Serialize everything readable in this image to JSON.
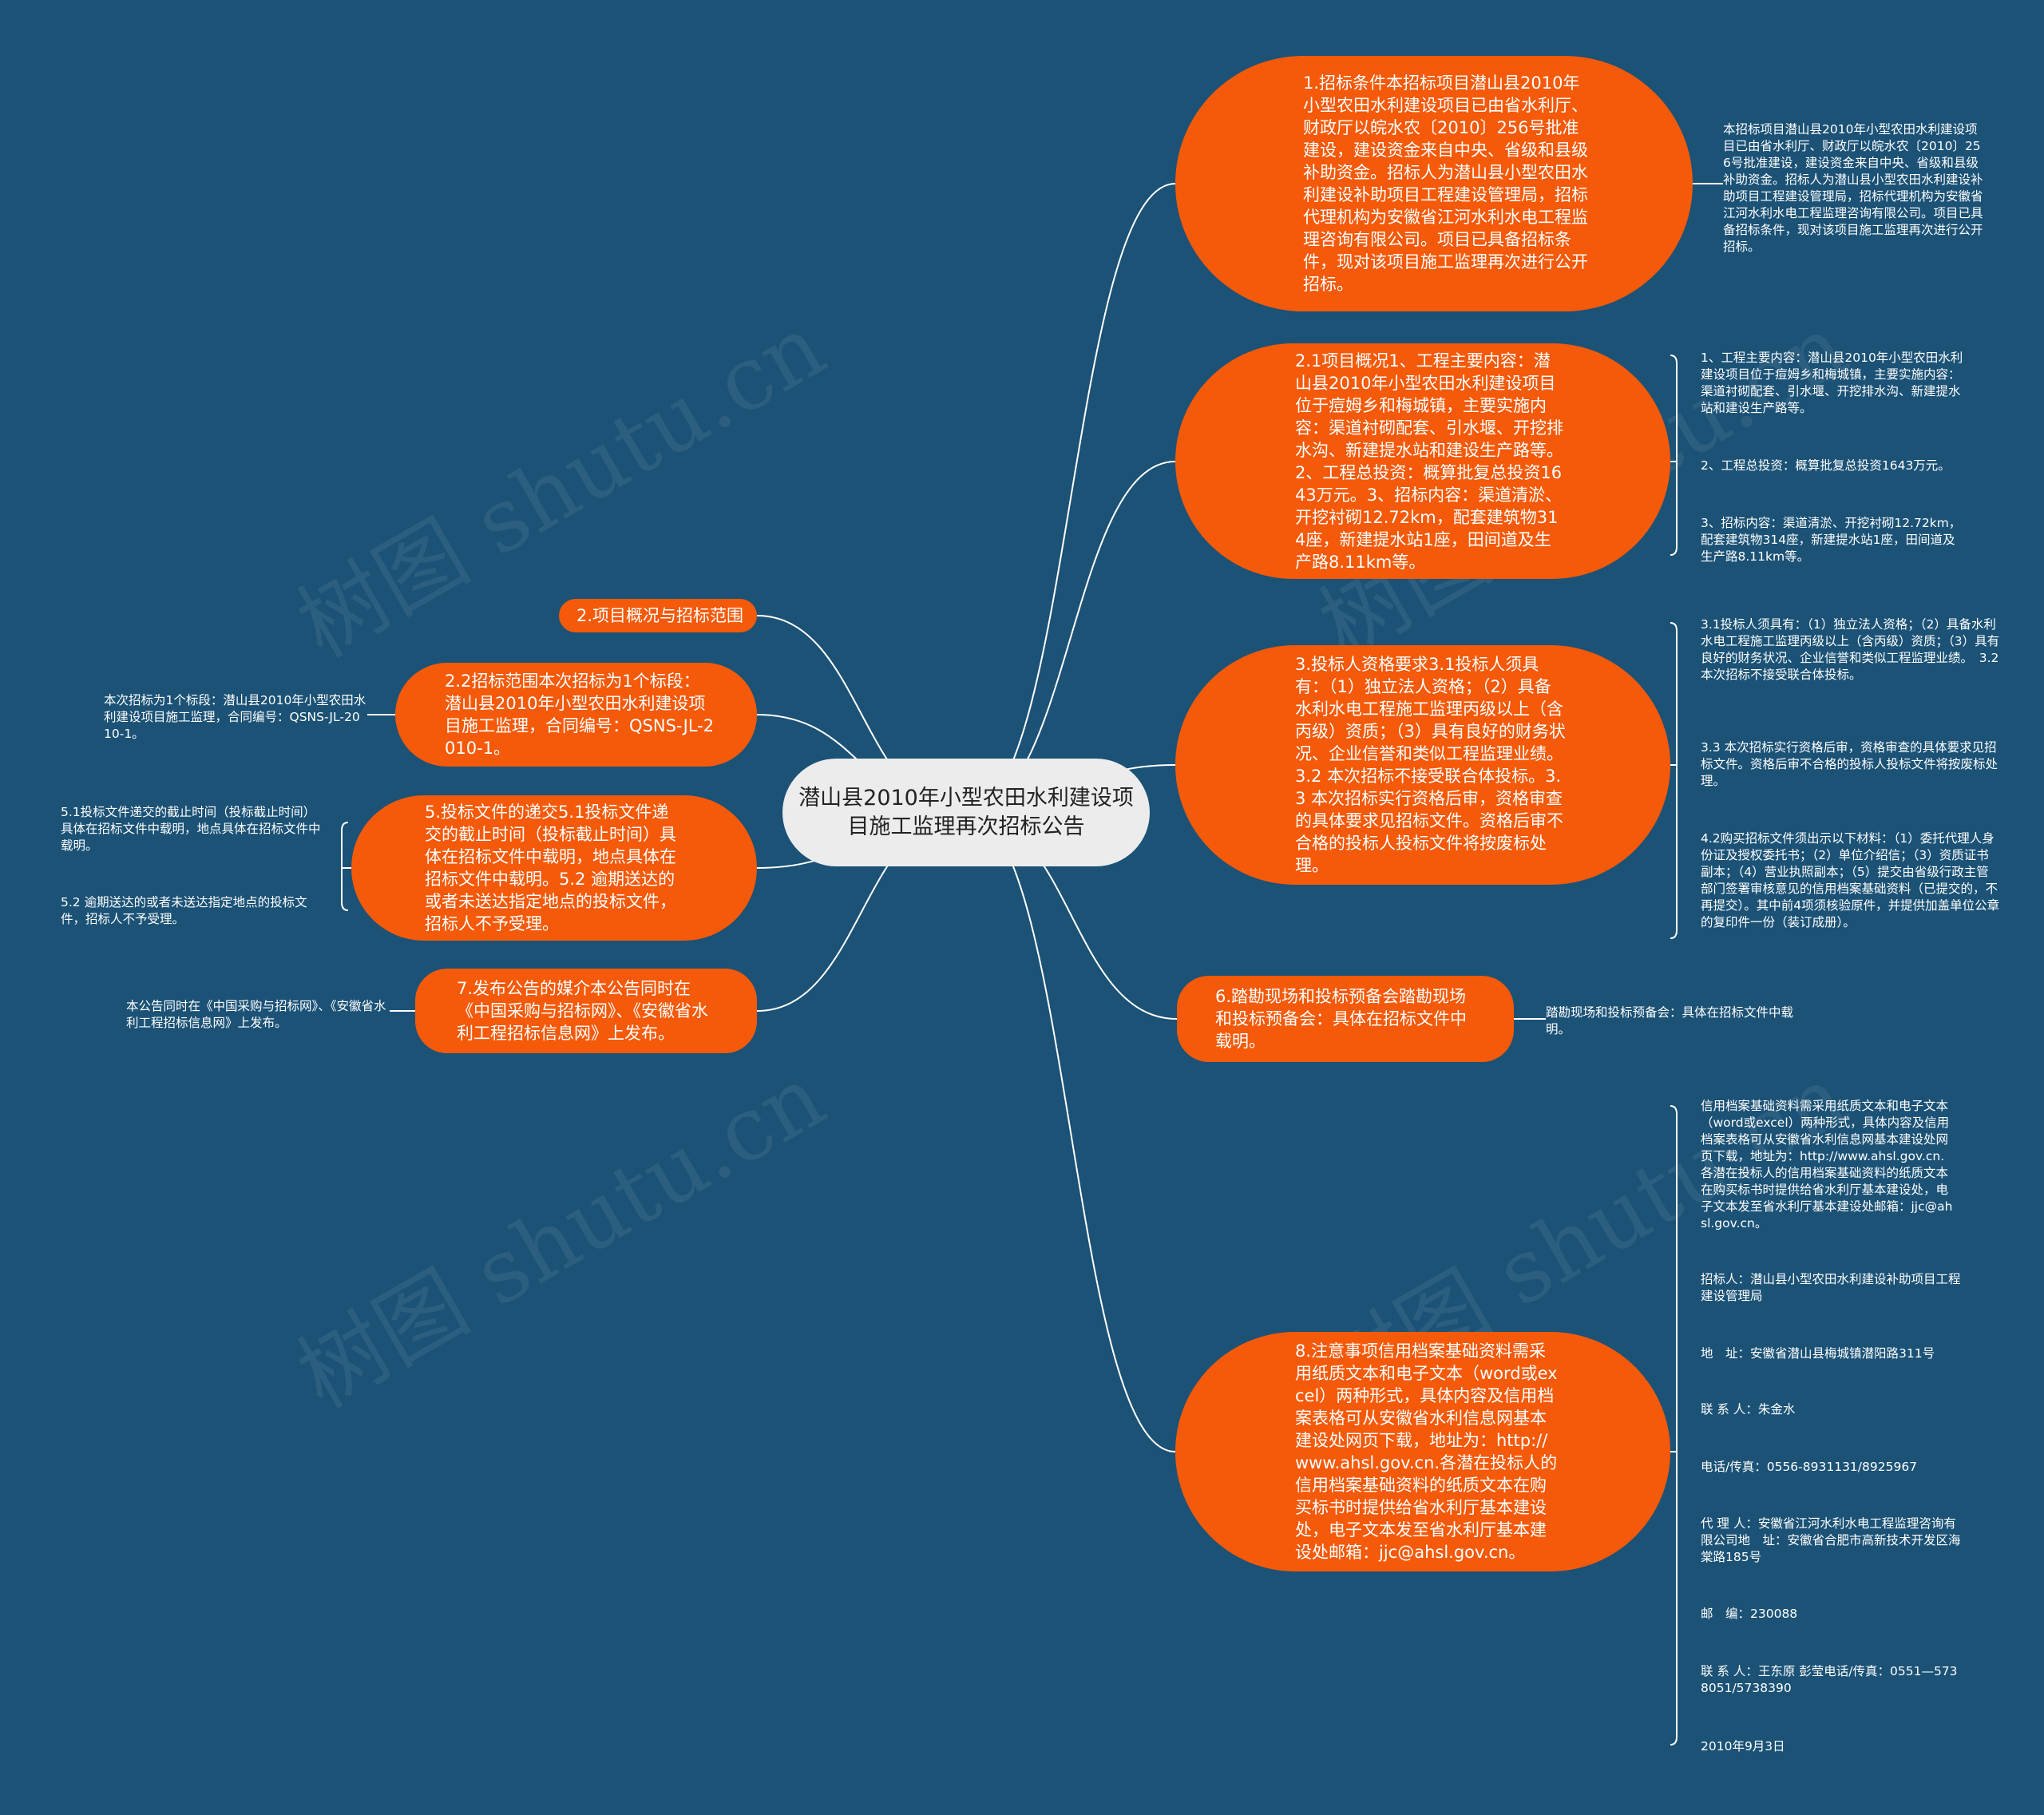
{
  "watermark": "树图 shutu.cn",
  "root": "潜山县2010年小型农田水利建设项目施工监理再次招标公告",
  "nodes": {
    "n1": "1.招标条件本招标项目潜山县2010年小型农田水利建设项目已由省水利厅、财政厅以皖水农〔2010〕256号批准建设，建设资金来自中央、省级和县级补助资金。招标人为潜山县小型农田水利建设补助项目工程建设管理局，招标代理机构为安徽省江河水利水电工程监理咨询有限公司。项目已具备招标条件，现对该项目施工监理再次进行公开招标。",
    "n21": "2.1项目概况1、工程主要内容：潜山县2010年小型农田水利建设项目位于痘姆乡和梅城镇，主要实施内容：渠道衬砌配套、引水堰、开挖排水沟、新建提水站和建设生产路等。2、工程总投资：概算批复总投资1643万元。3、招标内容：渠道清淤、开挖衬砌12.72km，配套建筑物314座，新建提水站1座，田间道及生产路8.11km等。",
    "n3": "3.投标人资格要求3.1投标人须具有：（1）独立法人资格；（2）具备水利水电工程施工监理丙级以上（含丙级）资质；（3）具有良好的财务状况、企业信誉和类似工程监理业绩。　3.2 本次招标不接受联合体投标。3.3 本次招标实行资格后审，资格审查的具体要求见招标文件。资格后审不合格的投标人投标文件将按废标处理。",
    "n6": "6.踏勘现场和投标预备会踏勘现场和投标预备会：具体在招标文件中载明。",
    "n8": "8.注意事项信用档案基础资料需采用纸质文本和电子文本（word或excel）两种形式，具体内容及信用档案表格可从安徽省水利信息网基本建设处网页下载，地址为：http://www.ahsl.gov.cn.各潜在投标人的信用档案基础资料的纸质文本在购买标书时提供给省水利厅基本建设处，电子文本发至省水利厅基本建设处邮箱：jjc@ahsl.gov.cn。",
    "n2": "2.项目概况与招标范围",
    "n22": "2.2招标范围本次招标为1个标段：潜山县2010年小型农田水利建设项目施工监理，合同编号：QSNS-JL-2010-1。",
    "n5": "5.投标文件的递交5.1投标文件递交的截止时间（投标截止时间）具体在招标文件中载明，地点具体在招标文件中载明。5.2 逾期送达的或者未送达指定地点的投标文件，招标人不予受理。",
    "n7": "7.发布公告的媒介本公告同时在《中国采购与招标网》、《安徽省水利工程招标信息网》上发布。"
  },
  "leaves": {
    "l1": "本招标项目潜山县2010年小型农田水利建设项目已由省水利厅、财政厅以皖水农〔2010〕256号批准建设，建设资金来自中央、省级和县级补助资金。招标人为潜山县小型农田水利建设补助项目工程建设管理局，招标代理机构为安徽省江河水利水电工程监理咨询有限公司。项目已具备招标条件，现对该项目施工监理再次进行公开招标。",
    "l21a": "1、工程主要内容：潜山县2010年小型农田水利建设项目位于痘姆乡和梅城镇，主要实施内容：渠道衬砌配套、引水堰、开挖排水沟、新建提水站和建设生产路等。",
    "l21b": "2、工程总投资：概算批复总投资1643万元。",
    "l21c": "3、招标内容：渠道清淤、开挖衬砌12.72km，配套建筑物314座，新建提水站1座，田间道及生产路8.11km等。",
    "l3a": "3.1投标人须具有：（1）独立法人资格；（2）具备水利水电工程施工监理丙级以上（含丙级）资质；（3）具有良好的财务状况、企业信誉和类似工程监理业绩。　3.2 本次招标不接受联合体投标。",
    "l3b": "3.3 本次招标实行资格后审，资格审查的具体要求见招标文件。资格后审不合格的投标人投标文件将按废标处理。",
    "l3c": "4.2购买招标文件须出示以下材料：（1）委托代理人身份证及授权委托书；（2）单位介绍信；（3）资质证书副本；（4）营业执照副本；（5）提交由省级行政主管部门签署审核意见的信用档案基础资料（已提交的，不再提交）。其中前4项须核验原件，并提供加盖单位公章的复印件一份（装订成册）。",
    "l6": "踏勘现场和投标预备会：具体在招标文件中载明。",
    "l8a": "信用档案基础资料需采用纸质文本和电子文本（word或excel）两种形式，具体内容及信用档案表格可从安徽省水利信息网基本建设处网页下载，地址为：http://www.ahsl.gov.cn.各潜在投标人的信用档案基础资料的纸质文本在购买标书时提供给省水利厅基本建设处，电子文本发至省水利厅基本建设处邮箱：jjc@ahsl.gov.cn。",
    "l8b": "招标人：潜山县小型农田水利建设补助项目工程建设管理局",
    "l8c": "地　址：安徽省潜山县梅城镇潜阳路311号",
    "l8d": "联 系 人：朱金水",
    "l8e": "电话/传真：0556-8931131/8925967",
    "l8f": "代 理 人：安徽省江河水利水电工程监理咨询有限公司地　址：安徽省合肥市高新技术开发区海棠路185号",
    "l8g": "邮　编：230088",
    "l8h": "联 系 人：王东原  彭莹电话/传真：0551—5738051/5738390",
    "l8i": "2010年9月3日",
    "l22": "本次招标为1个标段：潜山县2010年小型农田水利建设项目施工监理，合同编号：QSNS-JL-2010-1。",
    "l5a": "5.1投标文件递交的截止时间（投标截止时间）具体在招标文件中载明，地点具体在招标文件中载明。",
    "l5b": "5.2 逾期送达的或者未送达指定地点的投标文件，招标人不予受理。",
    "l7": "本公告同时在《中国采购与招标网》、《安徽省水利工程招标信息网》上发布。"
  },
  "colors": {
    "background": "#1b5276",
    "node": "#f45a0a",
    "root": "#ececec",
    "link": "#ffffff"
  }
}
